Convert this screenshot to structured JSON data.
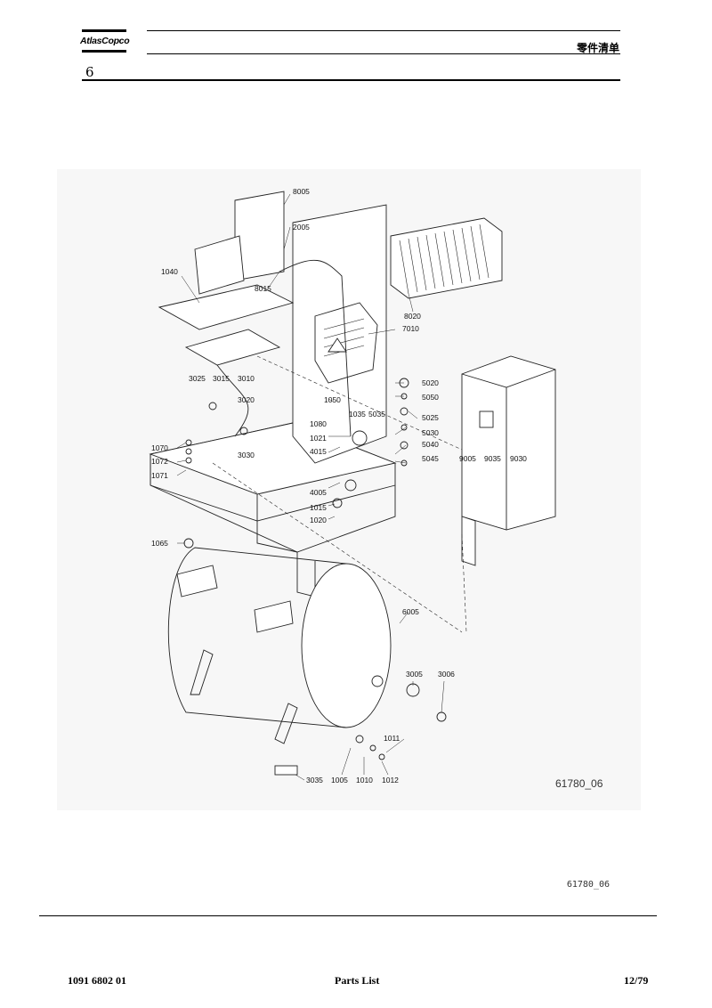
{
  "header": {
    "brand": "AtlasCopco",
    "doc_title": "零件清单",
    "section_number": "6"
  },
  "drawing": {
    "ref_number": "61780_06",
    "part_labels": [
      "8005",
      "2005",
      "1040",
      "8015",
      "8020",
      "7010",
      "3025",
      "3015",
      "3010",
      "3020",
      "5020",
      "5050",
      "1050",
      "1080",
      "1035",
      "5035",
      "5025",
      "1021",
      "5030",
      "1070",
      "4015",
      "5040",
      "9005",
      "9035",
      "9030",
      "1072",
      "3030",
      "5045",
      "1071",
      "4005",
      "1015",
      "1020",
      "1065",
      "6005",
      "3005",
      "3006",
      "1011",
      "3035",
      "1005",
      "1010",
      "1012"
    ]
  },
  "caption_ref": "61780_06",
  "footer": {
    "doc_number": "1091 6802 01",
    "title": "Parts List",
    "page": "12/79"
  }
}
